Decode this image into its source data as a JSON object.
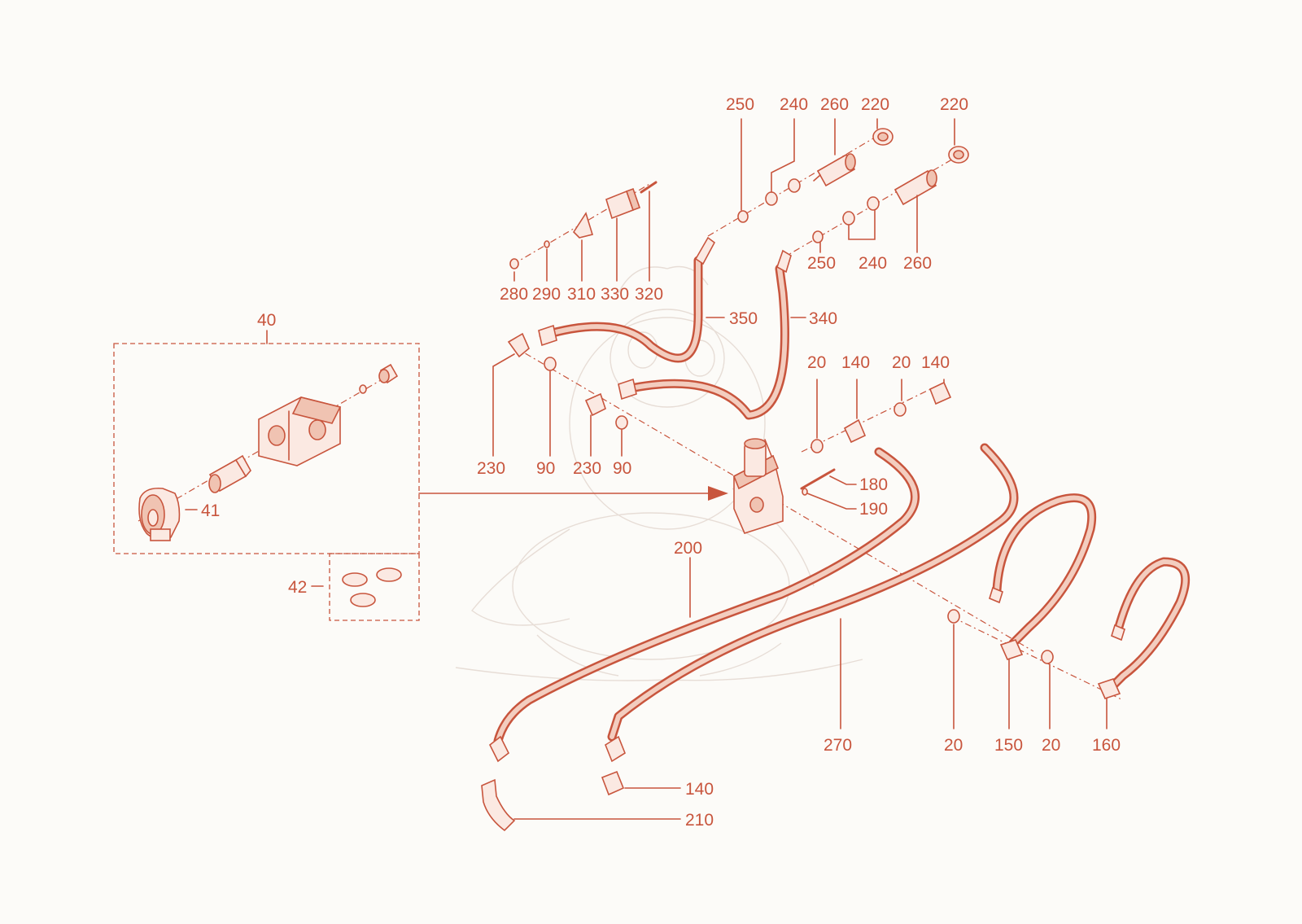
{
  "labels": [
    {
      "id": "l250a",
      "text": "250"
    },
    {
      "id": "l240a",
      "text": "240"
    },
    {
      "id": "l260a",
      "text": "260"
    },
    {
      "id": "l220a",
      "text": "220"
    },
    {
      "id": "l220b",
      "text": "220"
    },
    {
      "id": "l280",
      "text": "280"
    },
    {
      "id": "l290",
      "text": "290"
    },
    {
      "id": "l310",
      "text": "310"
    },
    {
      "id": "l330",
      "text": "330"
    },
    {
      "id": "l320",
      "text": "320"
    },
    {
      "id": "l250b",
      "text": "250"
    },
    {
      "id": "l240b",
      "text": "240"
    },
    {
      "id": "l260b",
      "text": "260"
    },
    {
      "id": "l40",
      "text": "40"
    },
    {
      "id": "l350",
      "text": "350"
    },
    {
      "id": "l340",
      "text": "340"
    },
    {
      "id": "l20a",
      "text": "20"
    },
    {
      "id": "l140a",
      "text": "140"
    },
    {
      "id": "l20b",
      "text": "20"
    },
    {
      "id": "l140b",
      "text": "140"
    },
    {
      "id": "l230a",
      "text": "230"
    },
    {
      "id": "l90a",
      "text": "90"
    },
    {
      "id": "l230b",
      "text": "230"
    },
    {
      "id": "l90b",
      "text": "90"
    },
    {
      "id": "l180",
      "text": "180"
    },
    {
      "id": "l190",
      "text": "190"
    },
    {
      "id": "l41",
      "text": "41"
    },
    {
      "id": "l200",
      "text": "200"
    },
    {
      "id": "l42",
      "text": "42"
    },
    {
      "id": "l270",
      "text": "270"
    },
    {
      "id": "l20c",
      "text": "20"
    },
    {
      "id": "l150",
      "text": "150"
    },
    {
      "id": "l20d",
      "text": "20"
    },
    {
      "id": "l160",
      "text": "160"
    },
    {
      "id": "l140c",
      "text": "140"
    },
    {
      "id": "l210",
      "text": "210"
    }
  ],
  "colors": {
    "line": "#c8553d",
    "hose_fill": "#f3cdbf",
    "part_fill": "#fbe9e2",
    "background": "#fcfbf8"
  }
}
